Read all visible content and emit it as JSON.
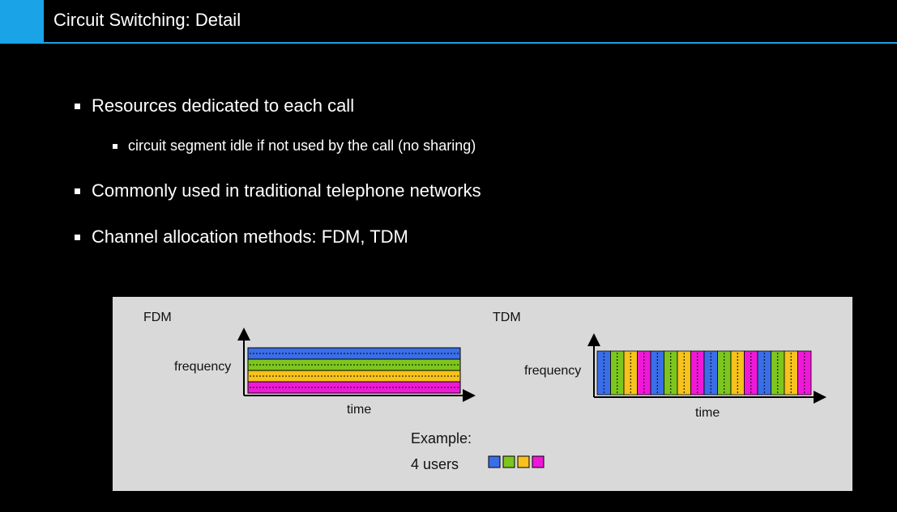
{
  "slide": {
    "title": "Circuit Switching: Detail",
    "bullets": [
      "Resources dedicated to each call",
      "circuit segment idle if not used by the call (no sharing)",
      "Commonly used in traditional telephone networks",
      "Channel allocation methods: FDM, TDM"
    ]
  },
  "figure": {
    "fdm_label": "FDM",
    "tdm_label": "TDM",
    "fdm_ylabel": "frequency",
    "fdm_xlabel": "time",
    "tdm_ylabel": "frequency",
    "tdm_xlabel": "time",
    "example_label": "Example:",
    "users_label": "4 users",
    "user_colors": [
      "#3a6ee8",
      "#7cc61e",
      "#f6c21b",
      "#f018d8"
    ],
    "tdm_cycles": 4
  }
}
